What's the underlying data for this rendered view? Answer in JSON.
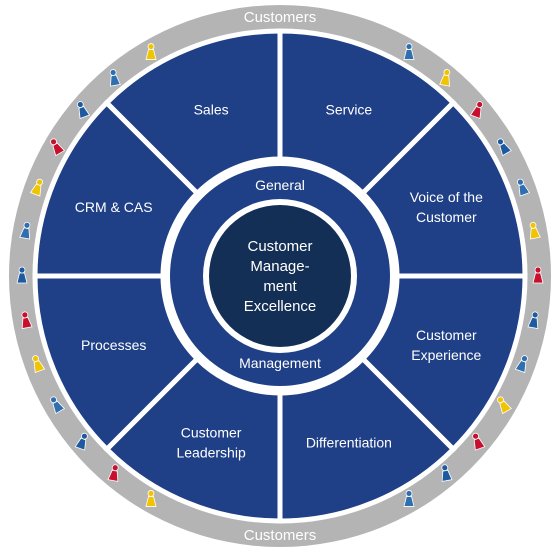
{
  "outer_band": {
    "top_label": "Customers",
    "bottom_label": "Customers"
  },
  "segments": [
    {
      "id": "service",
      "lines": [
        "Service"
      ]
    },
    {
      "id": "voice",
      "lines": [
        "Voice of the",
        "Customer"
      ]
    },
    {
      "id": "experience",
      "lines": [
        "Customer",
        "Experience"
      ]
    },
    {
      "id": "differentiation",
      "lines": [
        "Differentiation"
      ]
    },
    {
      "id": "leadership",
      "lines": [
        "Customer",
        "Leadership"
      ]
    },
    {
      "id": "processes",
      "lines": [
        "Processes"
      ]
    },
    {
      "id": "crm",
      "lines": [
        "CRM & CAS"
      ]
    },
    {
      "id": "sales",
      "lines": [
        "Sales"
      ]
    }
  ],
  "ring": {
    "top_label": "General",
    "bottom_label": "Management"
  },
  "center": {
    "lines": [
      "Customer",
      "Manage-",
      "ment",
      "Excellence"
    ]
  },
  "colors": {
    "outer_band": "#b4b4b4",
    "segment_fill": "#1f3f86",
    "separator": "#ffffff",
    "ring_fill": "#1f3f86",
    "center_fill": "#142f55",
    "figure_palette": [
      "#2f6fb0",
      "#f0c400",
      "#c8102e",
      "#1e5aa0"
    ]
  },
  "icons": {
    "customer_figure": "person-pawn-icon"
  }
}
